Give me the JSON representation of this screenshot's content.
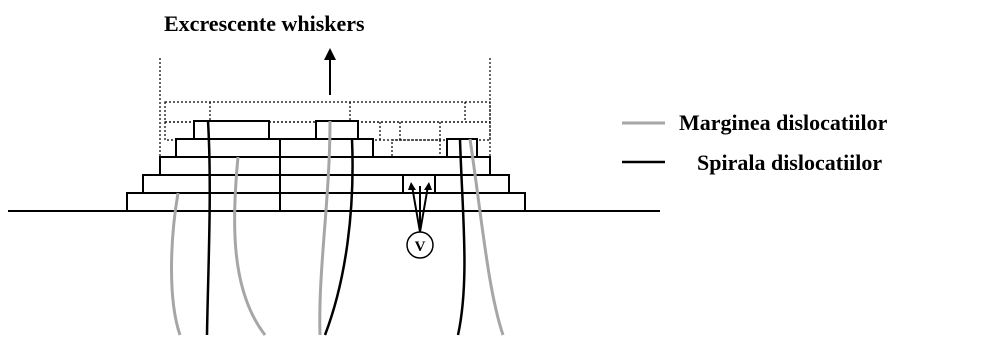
{
  "title": "Excrescente  whiskers",
  "legend": {
    "items": [
      {
        "label": "Marginea dislocatiilor",
        "color": "#a6a6a6"
      },
      {
        "label": "Spirala dislocatiilor",
        "color": "#000000"
      }
    ]
  },
  "vacancy_marker": "V"
}
